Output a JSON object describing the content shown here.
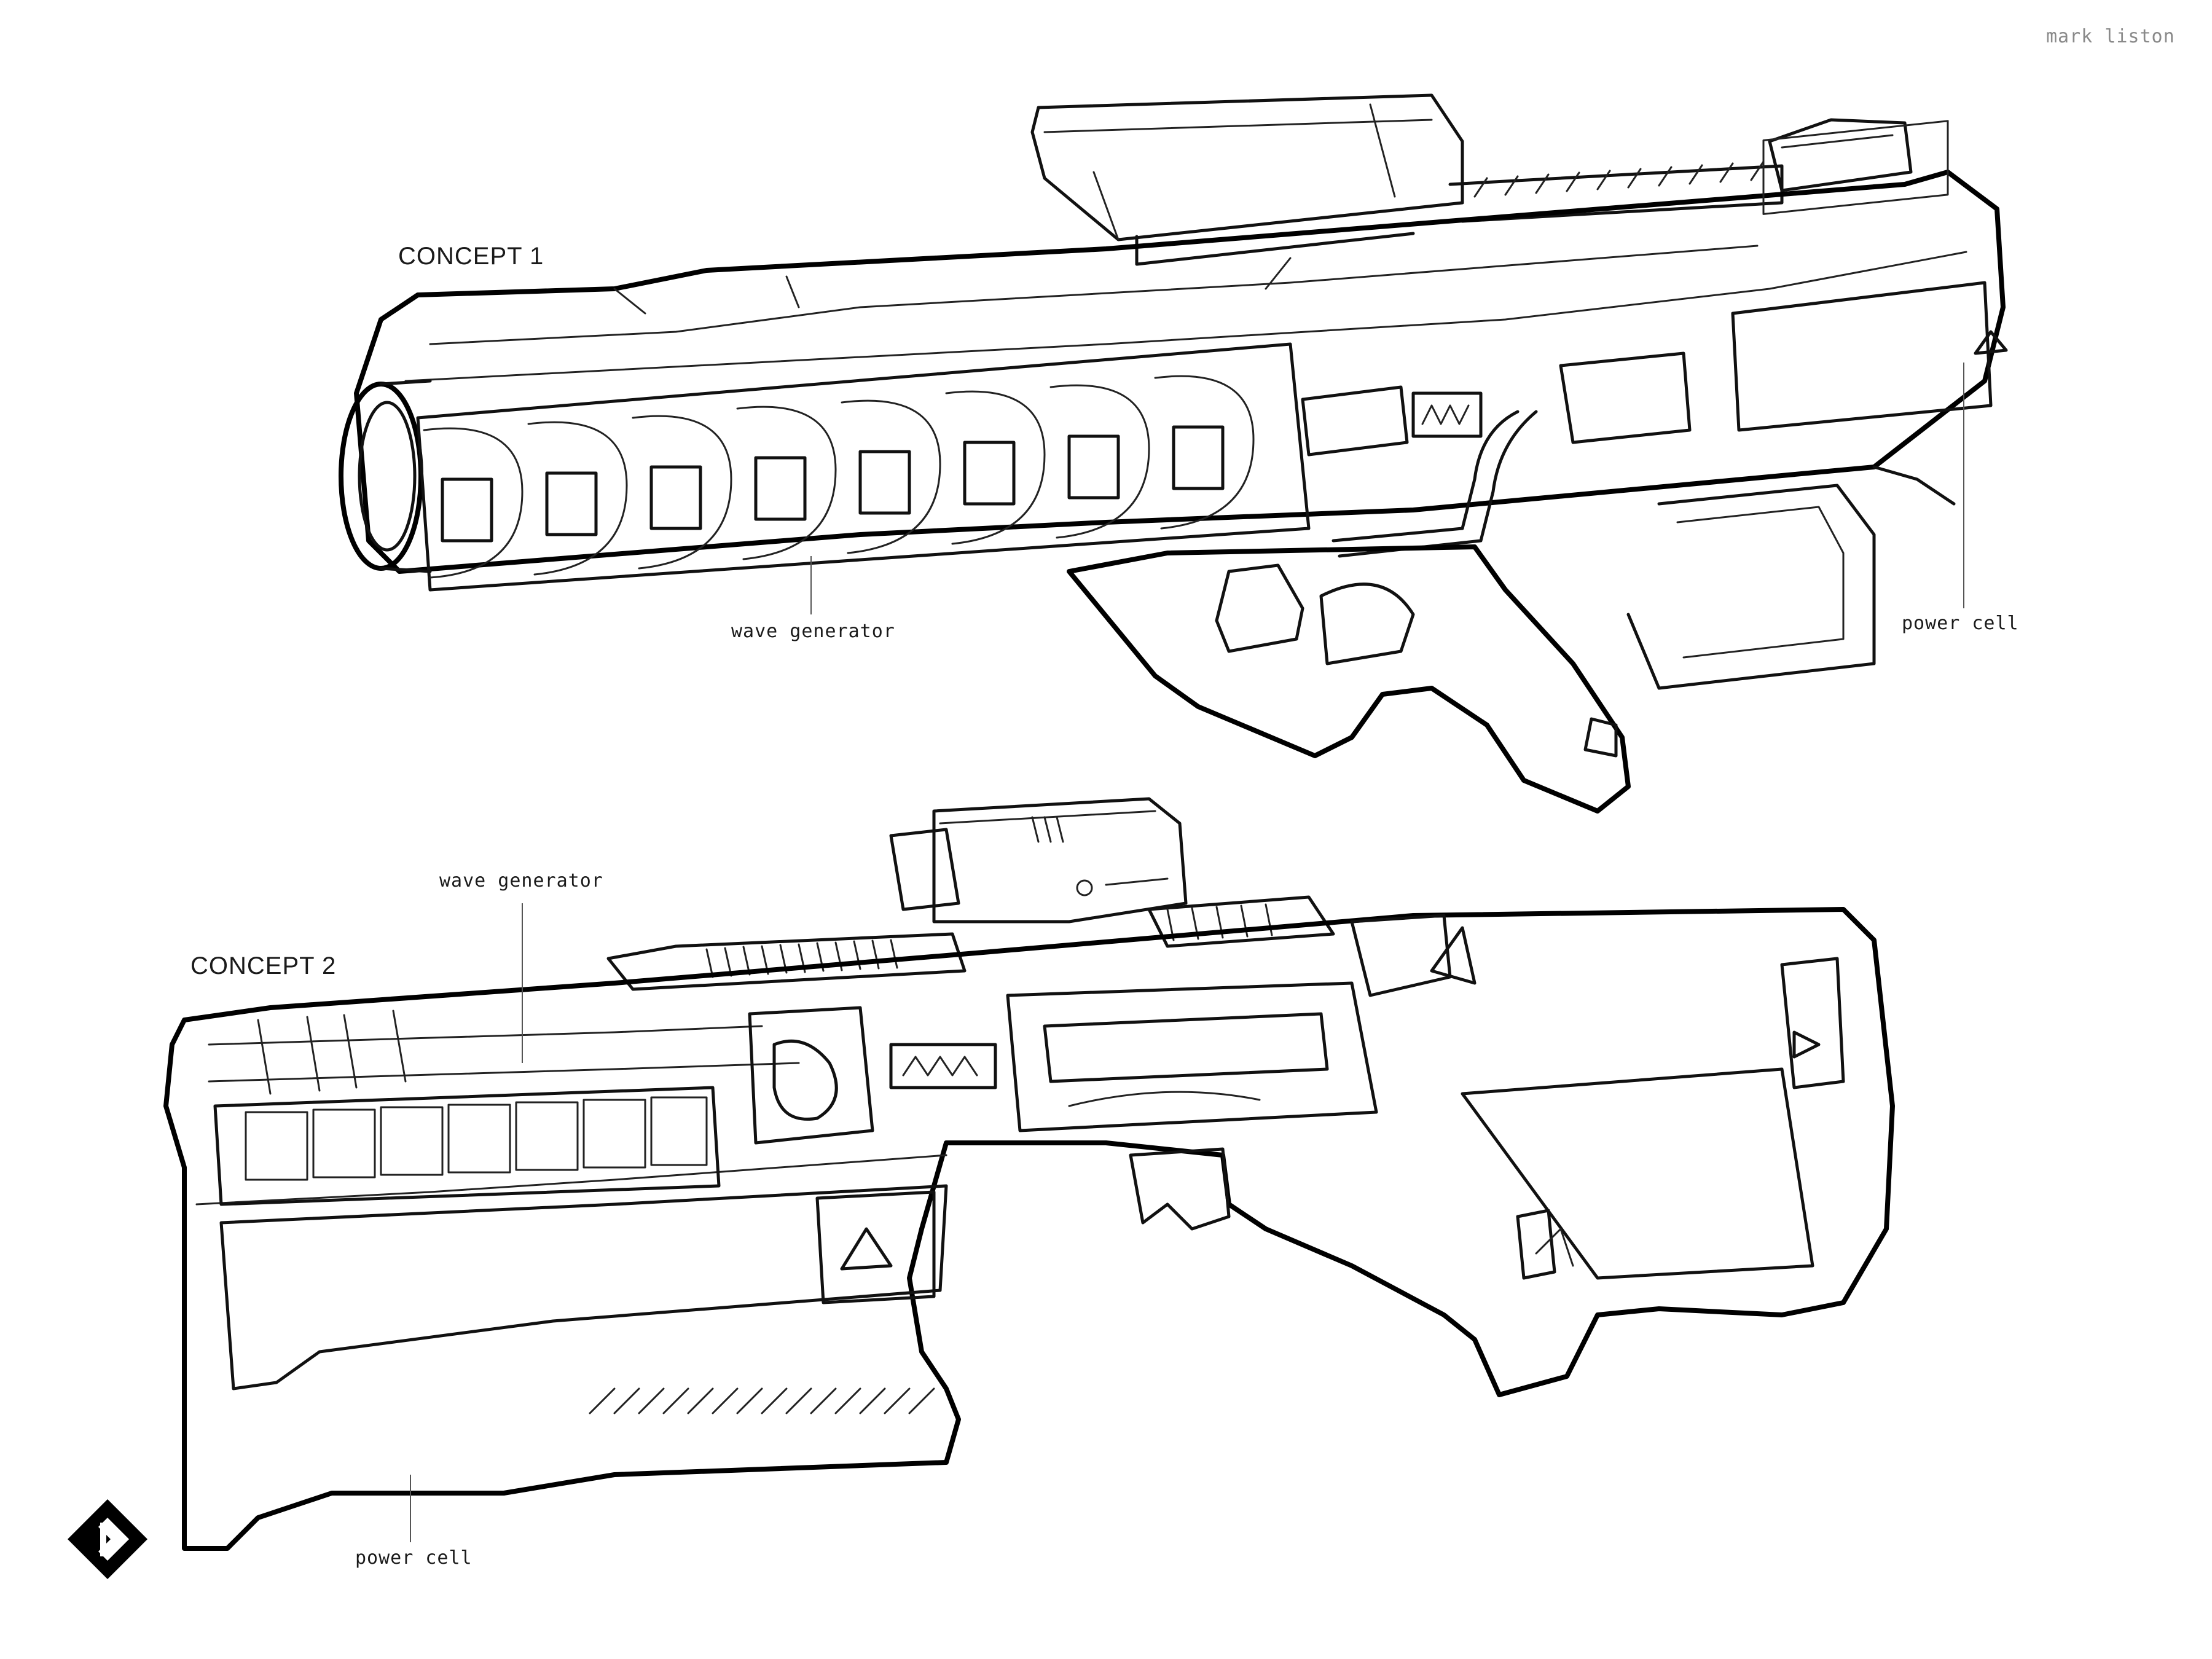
{
  "artist_signature": "mark liston",
  "concept_1": {
    "title": "CONCEPT 1",
    "callouts": {
      "wave_generator": "wave generator",
      "power_cell": "power cell"
    }
  },
  "concept_2": {
    "title": "CONCEPT 2",
    "callouts": {
      "wave_generator": "wave generator",
      "power_cell": "power cell"
    }
  },
  "logo": {
    "icon": "studio-logo-icon"
  },
  "colors": {
    "ink": "#111111",
    "signature": "#8a8a8a",
    "paper": "#ffffff"
  }
}
